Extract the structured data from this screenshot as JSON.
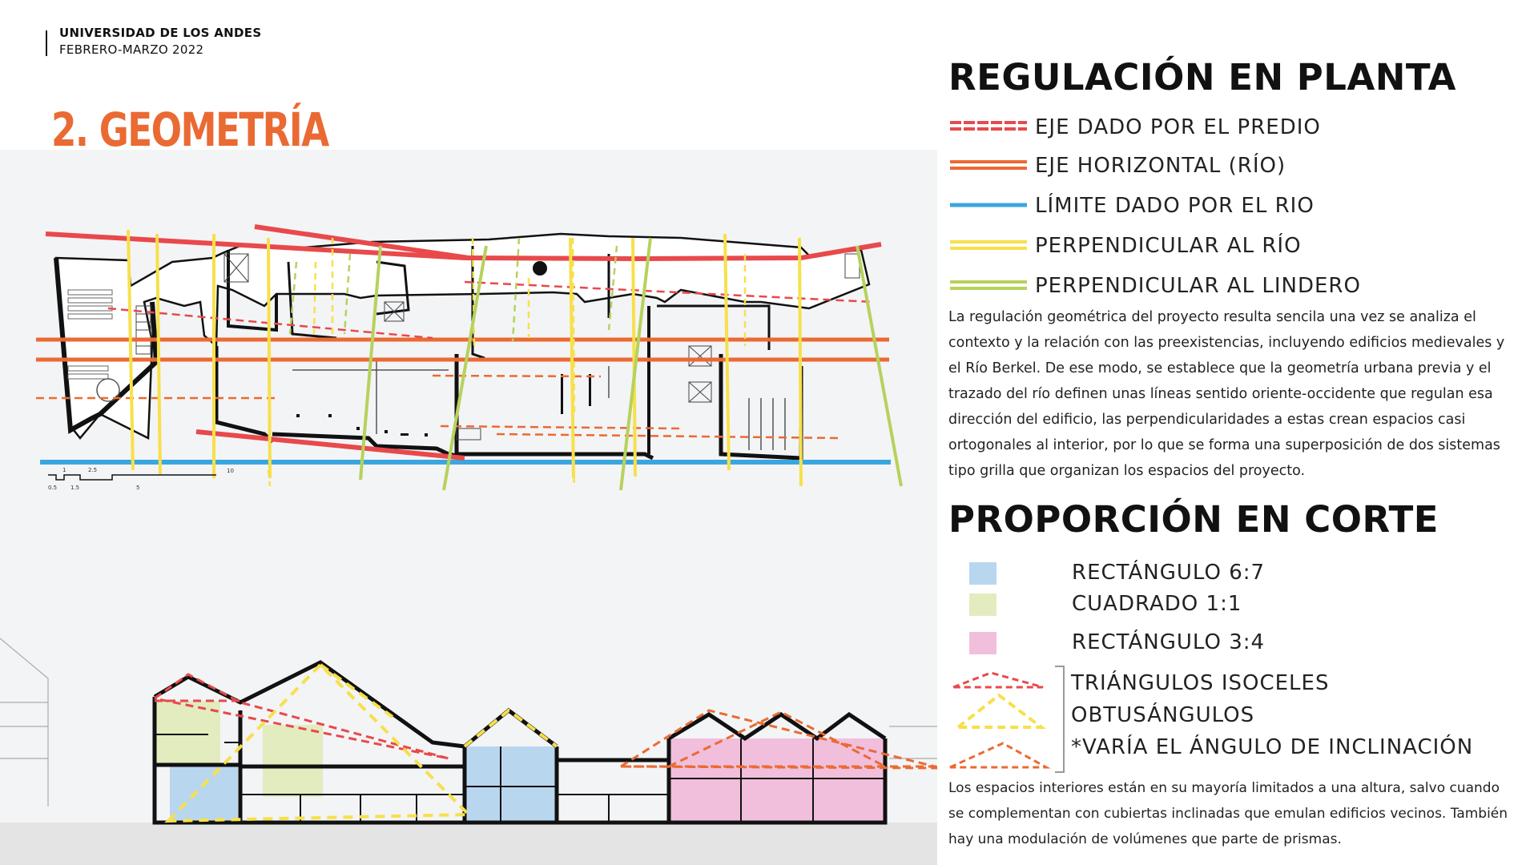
{
  "header": {
    "university": "UNIVERSIDAD DE LOS ANDES",
    "date": "FEBRERO-MARZO 2022"
  },
  "title": "2. GEOMETRÍA",
  "plan_section": {
    "heading": "REGULACIÓN EN PLANTA",
    "legend": [
      {
        "label": "EJE DADO POR EL PREDIO",
        "color": "#e8494b",
        "style": "dashed-double"
      },
      {
        "label": "EJE HORIZONTAL (RÍO)",
        "color": "#ea6a33",
        "style": "solid-double"
      },
      {
        "label": "LÍMITE DADO POR EL RIO",
        "color": "#3aa6df",
        "style": "solid"
      },
      {
        "label": "PERPENDICULAR AL RÍO",
        "color": "#f7e04a",
        "style": "solid-double"
      },
      {
        "label": "PERPENDICULAR AL LINDERO",
        "color": "#b6d25c",
        "style": "solid-double"
      }
    ],
    "paragraph": "La regulación geométrica del proyecto resulta sencila una vez se analiza el contexto y la relación con las preexistencias, incluyendo edificios medievales y el Río Berkel. De ese modo, se establece que la geometría urbana previa y el trazado del río definen unas líneas sentido oriente-occidente que regulan esa dirección del edificio, las perpendicularidades a estas crean espacios casi ortogonales al interior, por lo que se forma una superposición de dos sistemas tipo grilla que organizan los espacios del proyecto."
  },
  "section_section": {
    "heading": "PROPORCIÓN EN CORTE",
    "boxes": [
      {
        "label": "RECTÁNGULO 6:7",
        "color": "#b9d6ef"
      },
      {
        "label": "CUADRADO 1:1",
        "color": "#e2ecbf"
      },
      {
        "label": "RECTÁNGULO 3:4",
        "color": "#f1bfdc"
      }
    ],
    "triangles": {
      "lines": [
        "TRIÁNGULOS ISOCELES",
        "OBTUSÁNGULOS",
        "*VARÍA EL ÁNGULO DE INCLINACIÓN"
      ],
      "colors": [
        "#e8494b",
        "#f7e04a",
        "#ea6a33"
      ]
    },
    "paragraph": "Los espacios interiores están en su mayoría limitados a una altura, salvo cuando se complementan con cubiertas inclinadas que emulan edificios vecinos. También hay una modulación de volúmenes que parte de prismas."
  },
  "scale_bar": {
    "top_labels": [
      "1",
      "2.5",
      "10"
    ],
    "bottom_labels": [
      "0.5",
      "1.5",
      "5"
    ]
  }
}
